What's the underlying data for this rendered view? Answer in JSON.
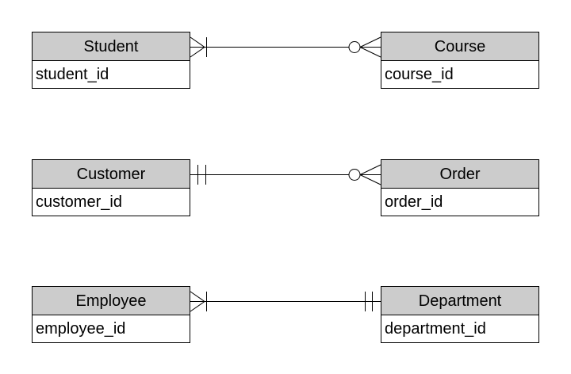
{
  "page": {
    "background": "#ffffff"
  },
  "diagram": {
    "type": "er-diagram",
    "notation": "crows-foot",
    "colors": {
      "entity_header_fill": "#cccccc",
      "entity_body_fill": "#ffffff",
      "entity_border": "#000000",
      "connector": "#000000",
      "text": "#000000"
    },
    "entities": [
      {
        "title": "Student",
        "attributes": [
          "student_id"
        ]
      },
      {
        "title": "Course",
        "attributes": [
          "course_id"
        ]
      },
      {
        "title": "Customer",
        "attributes": [
          "customer_id"
        ]
      },
      {
        "title": "Order",
        "attributes": [
          "order_id"
        ]
      },
      {
        "title": "Employee",
        "attributes": [
          "employee_id"
        ]
      },
      {
        "title": "Department",
        "attributes": [
          "department_id"
        ]
      }
    ],
    "relationships": [
      {
        "from": "Student",
        "to": "Course",
        "from_marker": "one-or-many",
        "to_marker": "zero-or-many"
      },
      {
        "from": "Customer",
        "to": "Order",
        "from_marker": "exactly-one",
        "to_marker": "zero-or-many"
      },
      {
        "from": "Employee",
        "to": "Department",
        "from_marker": "one-or-many",
        "to_marker": "exactly-one"
      }
    ]
  }
}
